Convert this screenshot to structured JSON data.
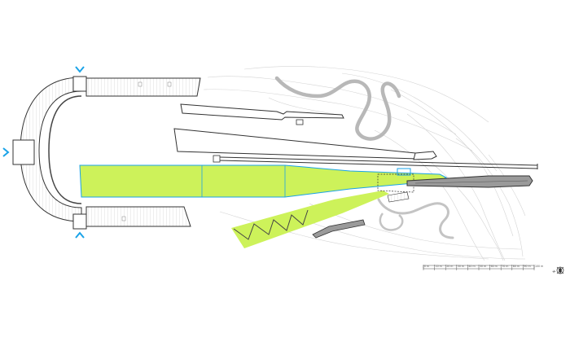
{
  "colors": {
    "accent": "#1aa3e8",
    "field": "#cdf25a",
    "line": "#333333",
    "contour": "#cfcfcf",
    "road": "#b3b3b3"
  },
  "icons": {
    "top_arrow": "chevron-down-icon",
    "bottom_arrow": "chevron-up-icon",
    "left_arrow": "chevron-right-icon",
    "north": "north-arrow-icon"
  },
  "scale_bar": {
    "ticks": [
      "0 m",
      "10 m",
      "20 m",
      "30 m",
      "40 m",
      "50 m",
      "60 m",
      "70 m",
      "80 m",
      "90 m",
      "100 m"
    ]
  },
  "north_arrow": {
    "label": "N"
  }
}
